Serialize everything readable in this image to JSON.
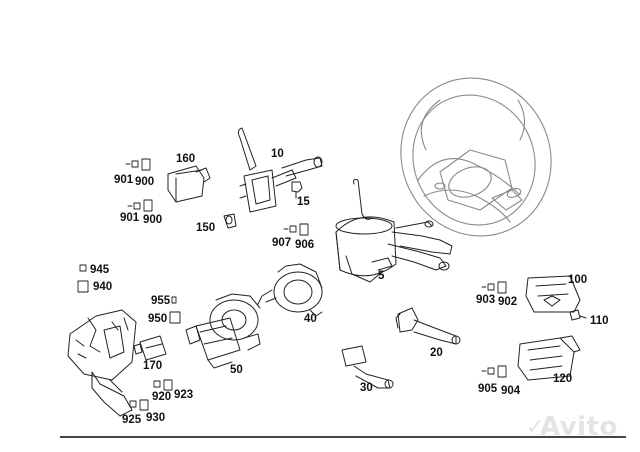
{
  "diagram": {
    "parts": [
      {
        "id": "steering-wheel"
      },
      {
        "id": "switch-10",
        "label": "10"
      },
      {
        "id": "clock-spring-5",
        "label": "5"
      },
      {
        "id": "module-160",
        "label": "160"
      },
      {
        "id": "bolt-15",
        "label": "15"
      },
      {
        "id": "part-150",
        "label": "150"
      },
      {
        "id": "switch-40",
        "label": "40"
      },
      {
        "id": "assembly-50",
        "label": "50"
      },
      {
        "id": "bracket-170",
        "label": "170"
      },
      {
        "id": "switch-20",
        "label": "20"
      },
      {
        "id": "switch-30",
        "label": "30"
      },
      {
        "id": "switch-100",
        "label": "100"
      },
      {
        "id": "bolt-110",
        "label": "110"
      },
      {
        "id": "switch-120",
        "label": "120"
      }
    ],
    "labels": {
      "l160": "160",
      "l10": "10",
      "l901a": "901",
      "l900a": "900",
      "l901b": "901",
      "l900b": "900",
      "l15": "15",
      "l150": "150",
      "l907": "907",
      "l906": "906",
      "l5": "5",
      "l945": "945",
      "l940": "940",
      "l955": "955",
      "l950": "950",
      "l40": "40",
      "l170": "170",
      "l50": "50",
      "l920": "920",
      "l923": "923",
      "l925": "925",
      "l930": "930",
      "l100": "100",
      "l903": "903",
      "l902": "902",
      "l110": "110",
      "l20": "20",
      "l30": "30",
      "l905": "905",
      "l904": "904",
      "l120": "120"
    },
    "watermark": "Avito"
  }
}
